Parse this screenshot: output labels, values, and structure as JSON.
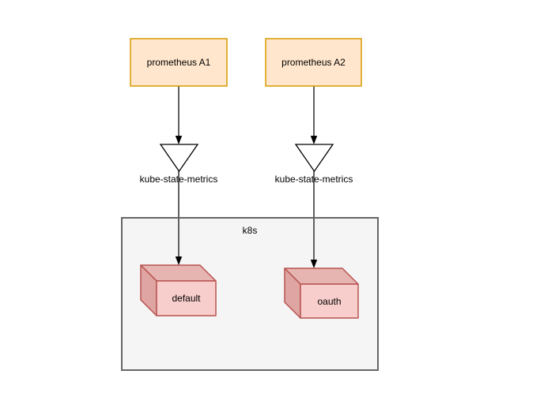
{
  "diagram": {
    "nodes": {
      "prometheus_a1": {
        "label": "prometheus A1",
        "type": "box"
      },
      "prometheus_a2": {
        "label": "prometheus A2",
        "type": "box"
      },
      "ksm_left": {
        "label": "kube-state-metrics",
        "type": "inverted-triangle"
      },
      "ksm_right": {
        "label": "kube-state-metrics",
        "type": "inverted-triangle"
      },
      "k8s": {
        "label": "k8s",
        "type": "container"
      },
      "default_ns": {
        "label": "default",
        "type": "cube"
      },
      "oauth_ns": {
        "label": "oauth",
        "type": "cube"
      }
    },
    "edges": [
      {
        "from": "prometheus A1",
        "to": "kube-state-metrics (left)"
      },
      {
        "from": "kube-state-metrics (left)",
        "to": "default"
      },
      {
        "from": "prometheus A2",
        "to": "kube-state-metrics (right)"
      },
      {
        "from": "kube-state-metrics (right)",
        "to": "oauth"
      }
    ],
    "colors": {
      "canvas_bg": "#FFFFFF",
      "prometheus_fill": "#FFE6CC",
      "prometheus_stroke": "#D79B00",
      "container_fill": "#F5F5F5",
      "container_stroke": "#666666",
      "cube_front_fill": "#F8CECC",
      "cube_top_fill": "#E6B4B1",
      "cube_side_fill": "#DEA5A2",
      "cube_stroke": "#B85450",
      "funnel_fill": "#FFFFFF",
      "funnel_stroke": "#000000",
      "edge_stroke": "#616161",
      "arrowhead_fill": "#000000",
      "text_color": "#000000"
    }
  }
}
